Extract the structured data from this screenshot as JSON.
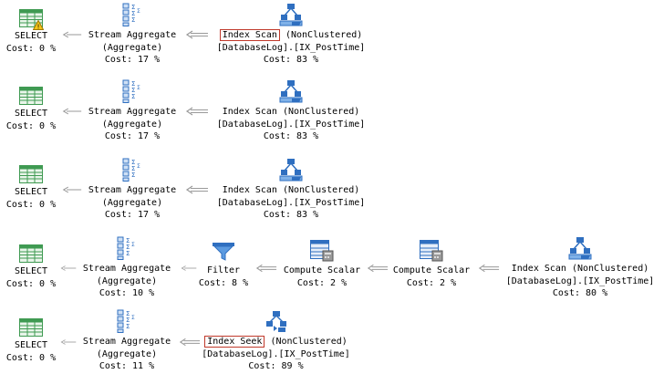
{
  "rows": [
    {
      "select": {
        "title": "SELECT",
        "cost": "Cost: 0 %",
        "warning": true
      },
      "aggregate": {
        "title": "Stream Aggregate",
        "sub": "(Aggregate)",
        "cost": "Cost: 17 %"
      },
      "index": {
        "title": "Index Scan",
        "suffix": " (NonClustered)",
        "object": "[DatabaseLog].[IX_PostTime]",
        "cost": "Cost: 83 %",
        "highlighted": true
      }
    },
    {
      "select": {
        "title": "SELECT",
        "cost": "Cost: 0 %"
      },
      "aggregate": {
        "title": "Stream Aggregate",
        "sub": "(Aggregate)",
        "cost": "Cost: 17 %"
      },
      "index": {
        "title": "Index Scan",
        "suffix": " (NonClustered)",
        "object": "[DatabaseLog].[IX_PostTime]",
        "cost": "Cost: 83 %"
      }
    },
    {
      "select": {
        "title": "SELECT",
        "cost": "Cost: 0 %"
      },
      "aggregate": {
        "title": "Stream Aggregate",
        "sub": "(Aggregate)",
        "cost": "Cost: 17 %"
      },
      "index": {
        "title": "Index Scan",
        "suffix": " (NonClustered)",
        "object": "[DatabaseLog].[IX_PostTime]",
        "cost": "Cost: 83 %"
      }
    },
    {
      "select": {
        "title": "SELECT",
        "cost": "Cost: 0 %"
      },
      "aggregate": {
        "title": "Stream Aggregate",
        "sub": "(Aggregate)",
        "cost": "Cost: 10 %"
      },
      "filter": {
        "title": "Filter",
        "cost": "Cost: 8 %"
      },
      "compute1": {
        "title": "Compute Scalar",
        "cost": "Cost: 2 %"
      },
      "compute2": {
        "title": "Compute Scalar",
        "cost": "Cost: 2 %"
      },
      "index": {
        "title": "Index Scan (NonClustered)",
        "object": "[DatabaseLog].[IX_PostTime]",
        "cost": "Cost: 80 %"
      }
    },
    {
      "select": {
        "title": "SELECT",
        "cost": "Cost: 0 %"
      },
      "aggregate": {
        "title": "Stream Aggregate",
        "sub": "(Aggregate)",
        "cost": "Cost: 11 %"
      },
      "index": {
        "title": "Index Seek",
        "suffix": " (NonClustered)",
        "object": "[DatabaseLog].[IX_PostTime]",
        "cost": "Cost: 89 %",
        "highlighted": true
      }
    }
  ],
  "icons": {
    "select": "select-result-icon",
    "aggregate": "stream-aggregate-icon",
    "index_scan": "index-scan-icon",
    "index_seek": "index-seek-icon",
    "filter": "filter-icon",
    "compute": "compute-scalar-icon",
    "warning": "warning-icon"
  },
  "colors": {
    "grid_green": "#3f9a52",
    "operator_blue": "#2f6fc0",
    "highlight_border": "#c0392b",
    "warning_yellow": "#f5c518",
    "arrow_gray": "#9a9a9a"
  }
}
